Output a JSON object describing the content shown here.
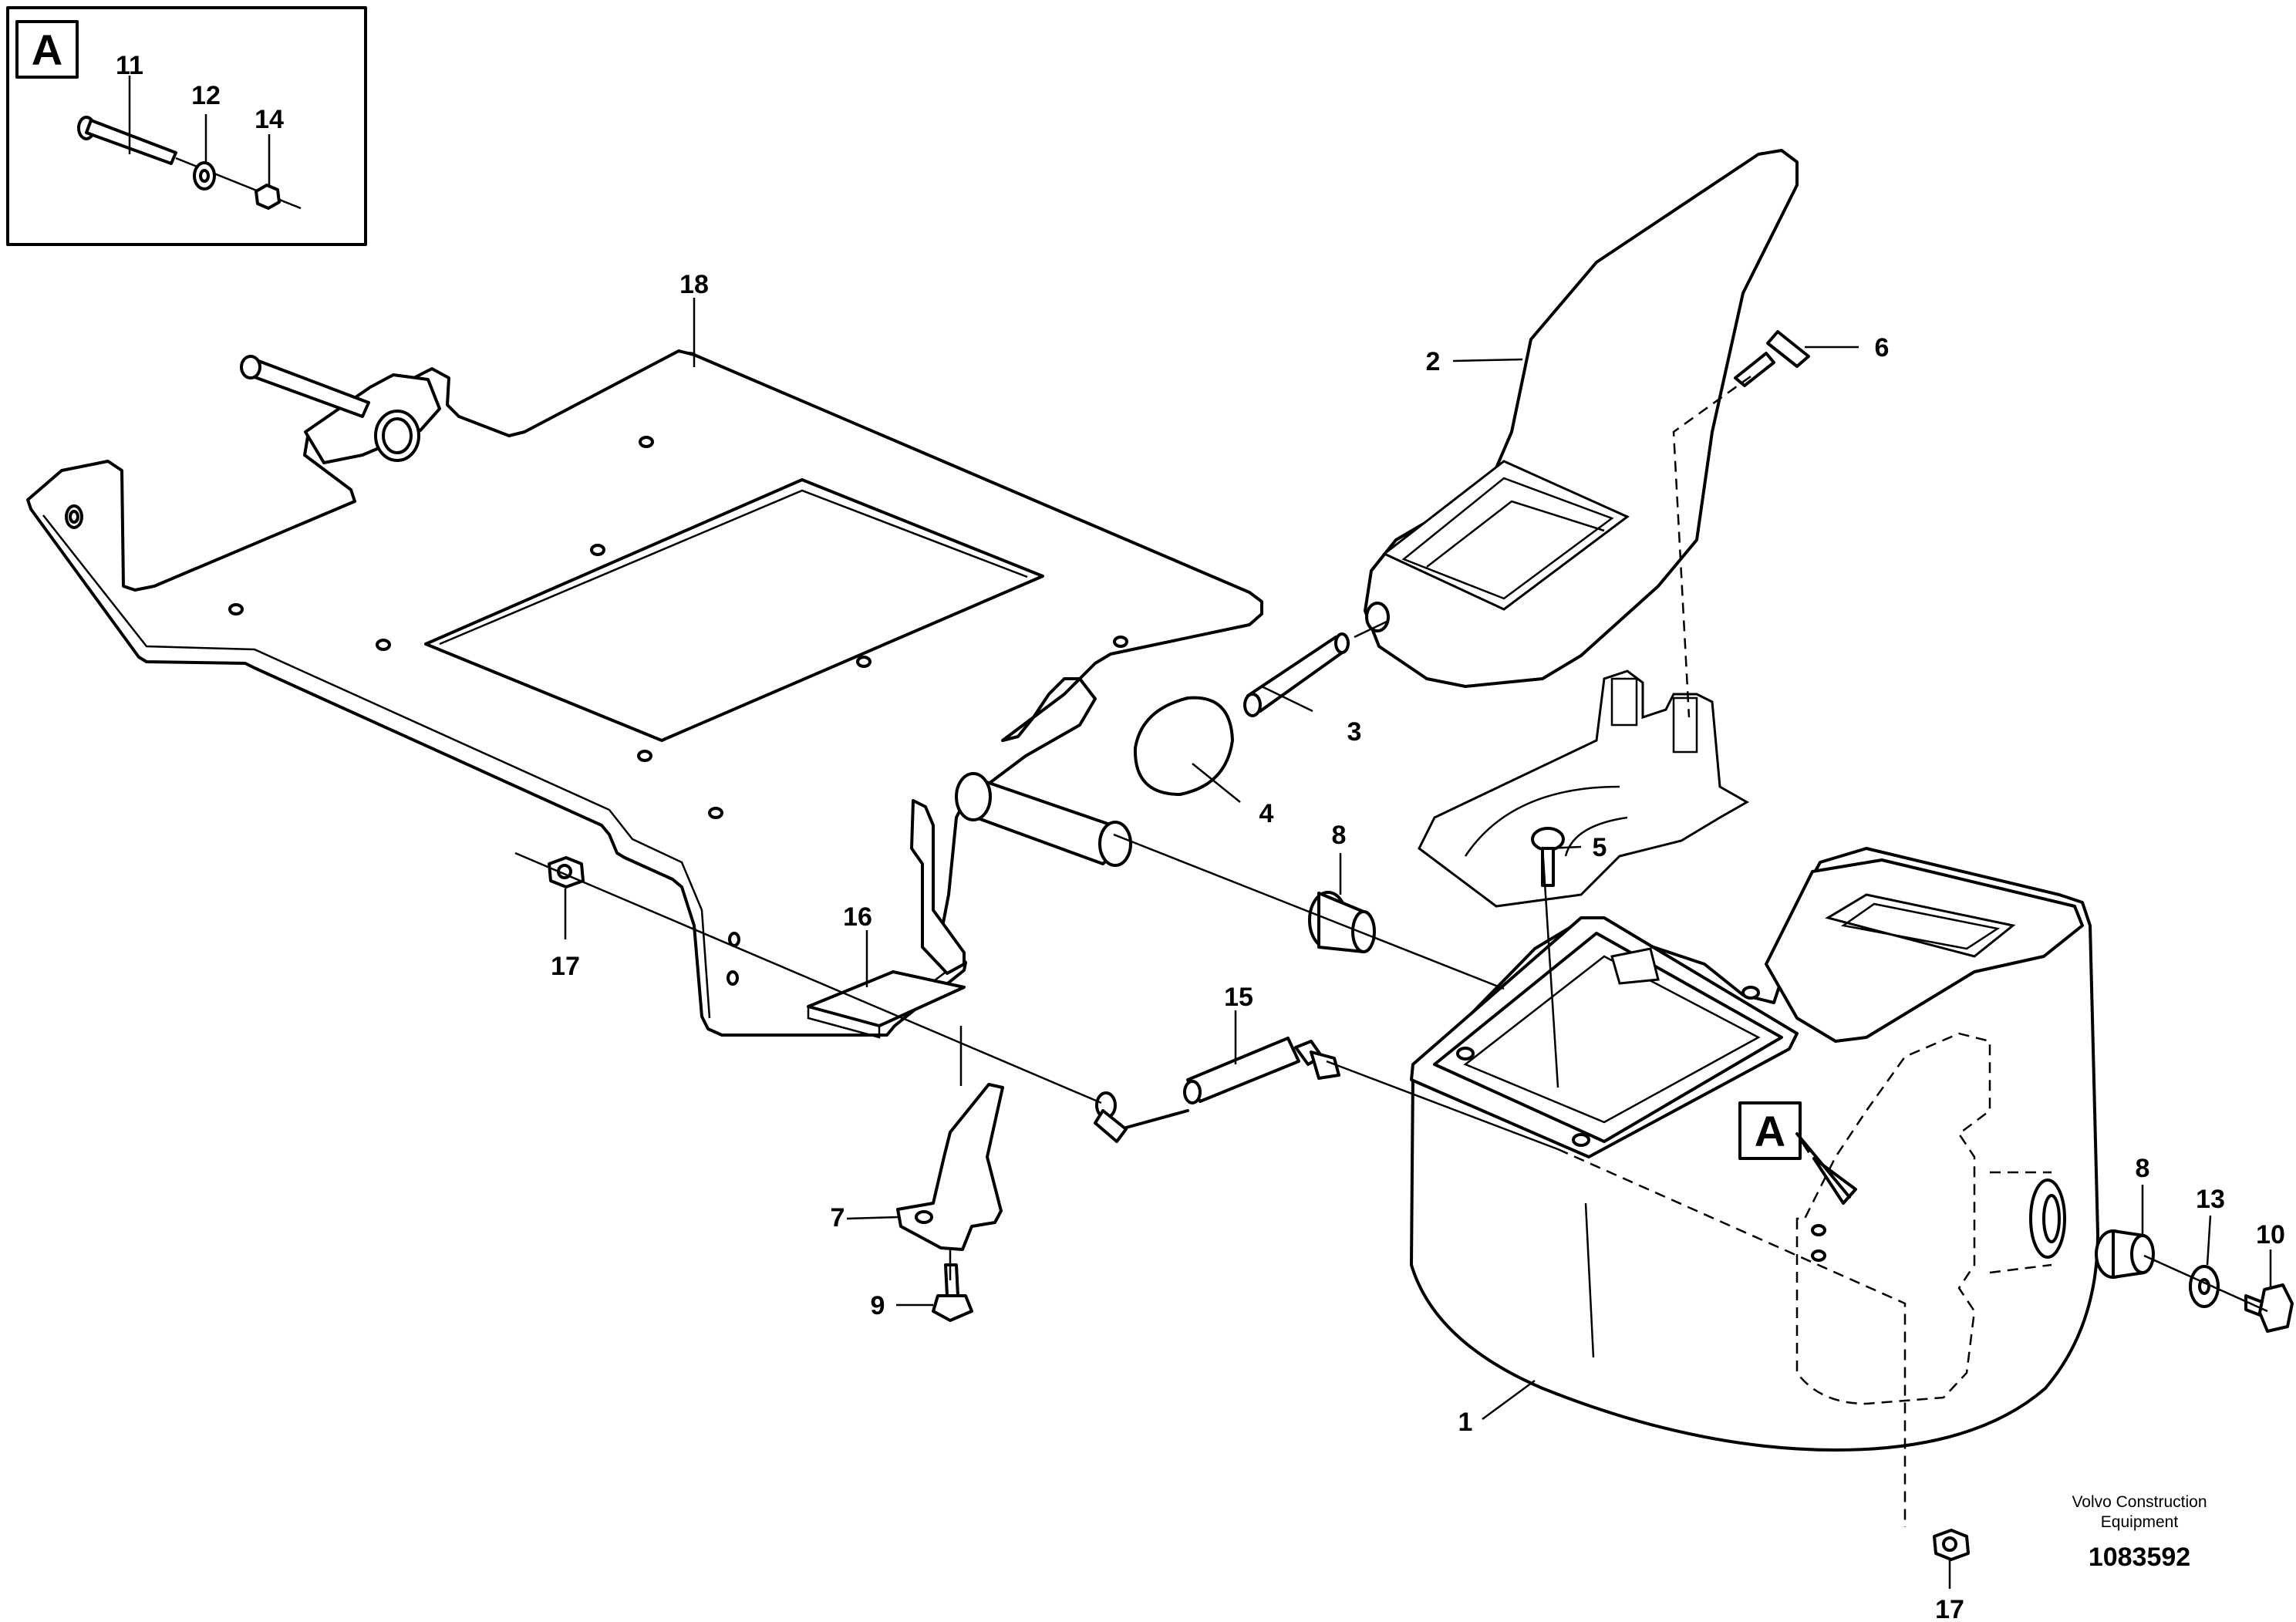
{
  "detail_view": {
    "letter": "A",
    "parts": [
      "11",
      "12",
      "14"
    ]
  },
  "callouts": [
    "1",
    "2",
    "3",
    "4",
    "5",
    "6",
    "7",
    "8",
    "8",
    "9",
    "10",
    "13",
    "15",
    "16",
    "17",
    "17",
    "18"
  ],
  "detail_pointer_letter": "A",
  "footer": {
    "company_line1": "Volvo Construction",
    "company_line2": "Equipment",
    "drawing_number": "1083592"
  }
}
